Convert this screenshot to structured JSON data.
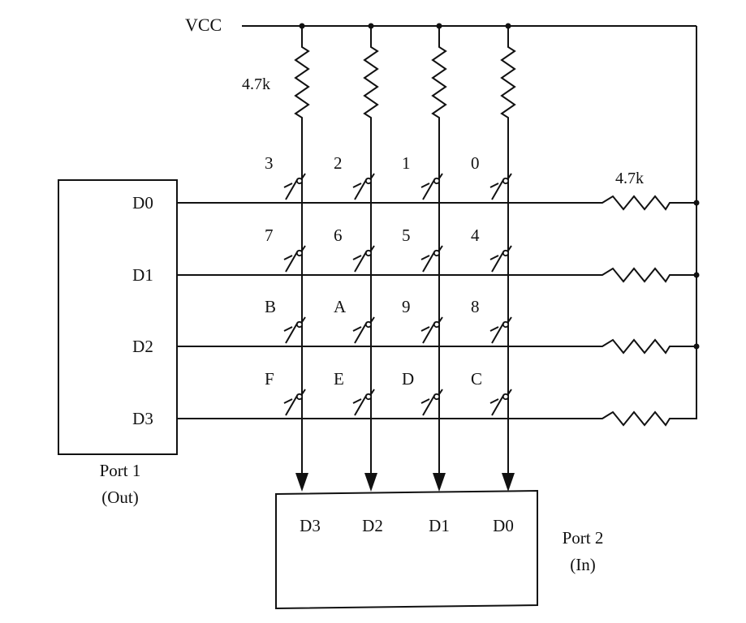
{
  "supply": {
    "label": "VCC"
  },
  "resistors": {
    "column_value": "4.7k",
    "row_value": "4.7k"
  },
  "ports": {
    "port1": {
      "title": "Port 1",
      "direction": "(Out)",
      "pins": [
        "D0",
        "D1",
        "D2",
        "D3"
      ]
    },
    "port2": {
      "title": "Port 2",
      "direction": "(In)",
      "pins": [
        "D3",
        "D2",
        "D1",
        "D0"
      ]
    }
  },
  "keypad": {
    "rows": [
      [
        "3",
        "2",
        "1",
        "0"
      ],
      [
        "7",
        "6",
        "5",
        "4"
      ],
      [
        "B",
        "A",
        "9",
        "8"
      ],
      [
        "F",
        "E",
        "D",
        "C"
      ]
    ]
  },
  "colors": {
    "line": "#111111",
    "background": "#ffffff"
  }
}
